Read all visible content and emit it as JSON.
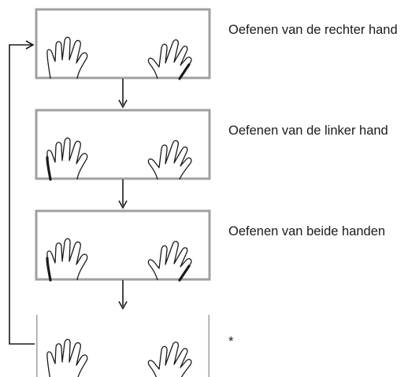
{
  "steps": [
    {
      "text": "Oefenen van de rechter hand",
      "highlight": "right"
    },
    {
      "text": "Oefenen van de linker hand",
      "highlight": "left"
    },
    {
      "text": "Oefenen van beide handen",
      "highlight": "both"
    },
    {
      "text": "*",
      "highlight": "none"
    }
  ],
  "colors": {
    "frame": "#a0a0a0",
    "stroke": "#1a1a1a",
    "text": "#1a1a1a"
  },
  "icons": {
    "hands": "hands-icon",
    "arrow_down": "arrow-down-icon",
    "loop_arrow": "loop-arrow-icon"
  }
}
